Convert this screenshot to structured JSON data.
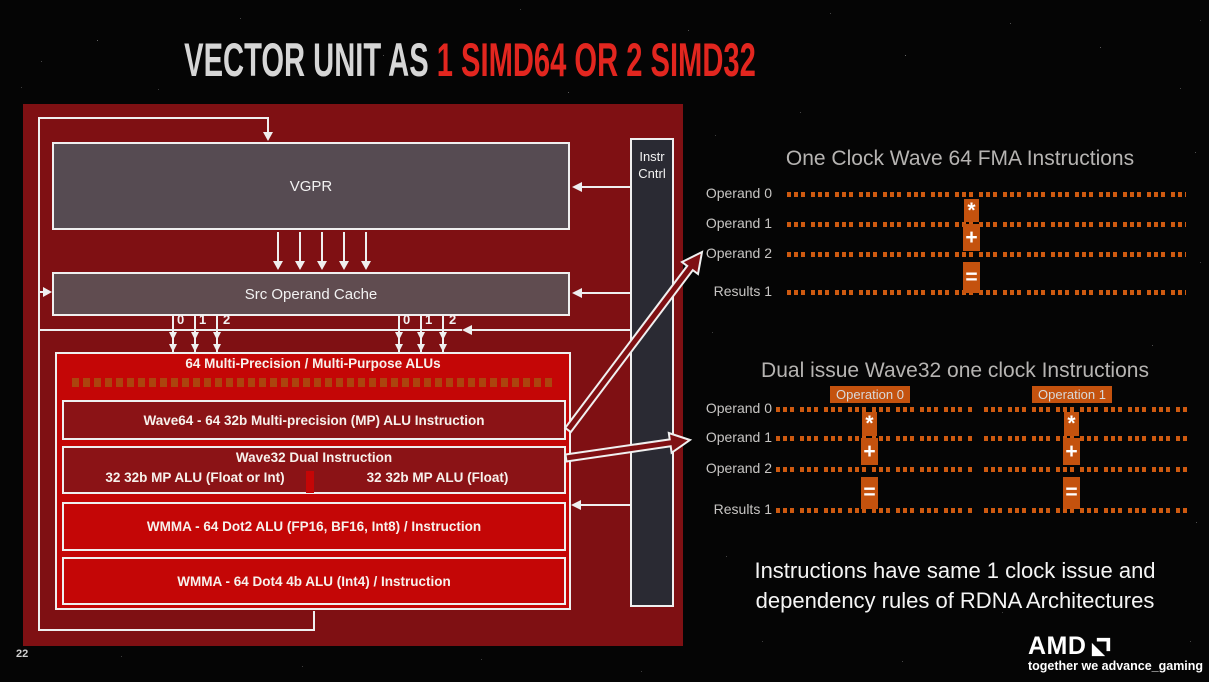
{
  "title": {
    "prefix": "VECTOR UNIT AS ",
    "highlight": "1 SIMD64 OR 2 SIMD32"
  },
  "page_number": "22",
  "footer": {
    "brand": "AMD",
    "tagline": "together we advance_gaming"
  },
  "block_diagram": {
    "vgpr": "VGPR",
    "src_operand_cache": "Src Operand Cache",
    "instr_cntrl": "Instr Cntrl",
    "ports": [
      "0",
      "1",
      "2"
    ],
    "alu_title": "64 Multi-Precision / Multi-Purpose ALUs",
    "wave64": "Wave64 - 64 32b Multi-precision (MP) ALU Instruction",
    "wave32_title": "Wave32 Dual Instruction",
    "wave32_left": "32 32b MP ALU (Float or Int)",
    "wave32_right": "32 32b MP ALU (Float)",
    "wmma_dot2": "WMMA - 64 Dot2 ALU (FP16, BF16, Int8) / Instruction",
    "wmma_dot4": "WMMA - 64 Dot4 4b ALU (Int4) / Instruction"
  },
  "fma_diagram": {
    "title": "One Clock Wave 64 FMA Instructions",
    "rows": [
      "Operand 0",
      "Operand 1",
      "Operand 2",
      "Results 1"
    ],
    "operators": [
      "*",
      "+",
      "="
    ]
  },
  "dual_issue_diagram": {
    "title": "Dual issue Wave32 one clock Instructions",
    "operations": [
      "Operation 0",
      "Operation 1"
    ],
    "rows": [
      "Operand 0",
      "Operand 1",
      "Operand 2",
      "Results 1"
    ],
    "operators": [
      "*",
      "+",
      "="
    ]
  },
  "note": {
    "line1": "Instructions have same 1 clock issue and",
    "line2": "dependency rules of RDNA Architectures"
  },
  "colors": {
    "bright_red": "#C40606",
    "panel_maroon": "#7F1013",
    "accent_orange": "#C4520E",
    "title_red": "#E2261F"
  }
}
